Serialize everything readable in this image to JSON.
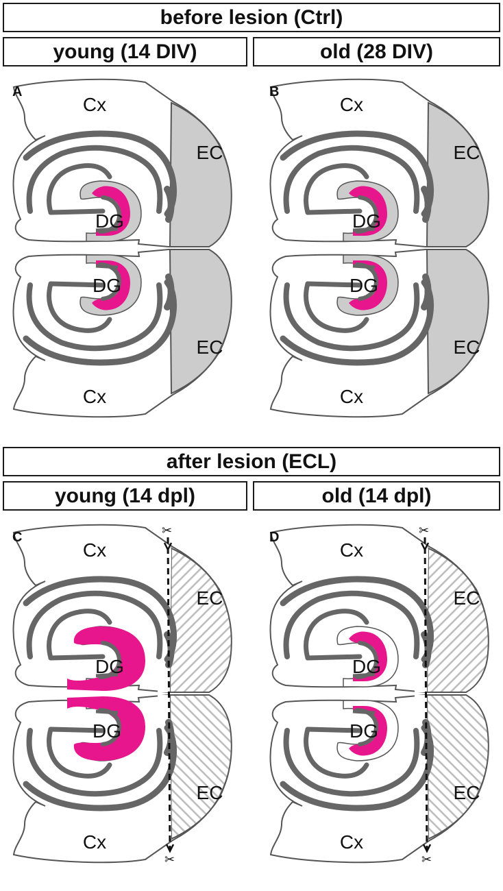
{
  "headers": {
    "before": "before lesion (Ctrl)",
    "young_ctrl": "young (14 DIV)",
    "old_ctrl": "old (28 DIV)",
    "after": "after lesion (ECL)",
    "young_ecl": "young (14 dpl)",
    "old_ecl": "old (14 dpl)"
  },
  "panels": [
    {
      "letter": "A",
      "cx": "Cx",
      "ec": "EC",
      "dg": "DG",
      "condition": "control",
      "stain_top": "thin",
      "stain_bottom": "thinner",
      "lesion": false
    },
    {
      "letter": "B",
      "cx": "Cx",
      "ec": "EC",
      "dg": "DG",
      "condition": "control",
      "stain_top": "thin",
      "stain_bottom": "thinner",
      "lesion": false
    },
    {
      "letter": "C",
      "cx": "Cx",
      "ec": "EC",
      "dg": "DG",
      "condition": "lesion",
      "stain_top": "thick",
      "stain_bottom": "thick",
      "lesion": true
    },
    {
      "letter": "D",
      "cx": "Cx",
      "ec": "EC",
      "dg": "DG",
      "condition": "lesion",
      "stain_top": "thin",
      "stain_bottom": "thinner",
      "lesion": true
    }
  ],
  "colors": {
    "magenta": "#e8168c",
    "dark_gray": "#666666",
    "light_gray": "#cccccc",
    "outline": "#555555"
  }
}
